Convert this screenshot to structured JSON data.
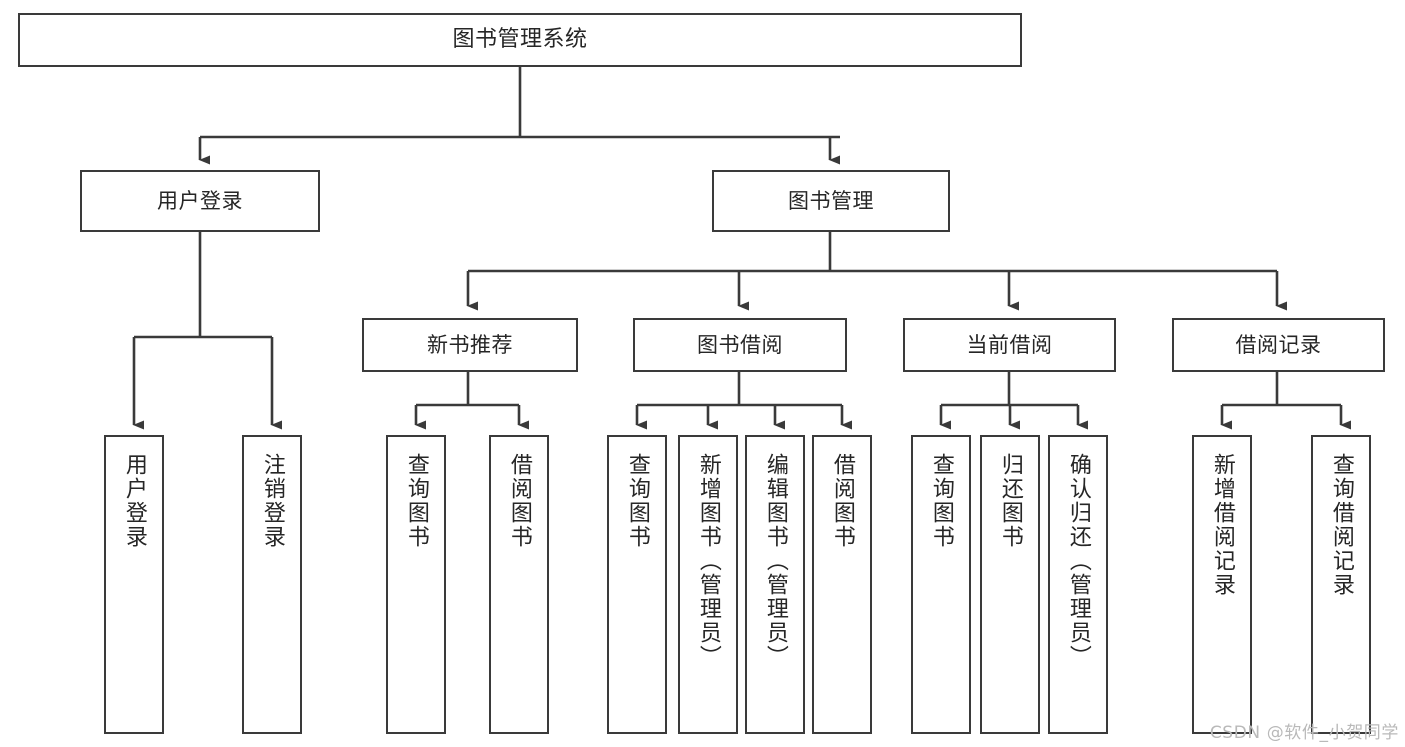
{
  "diagram": {
    "title": "图书管理系统",
    "type": "tree",
    "colors": {
      "box_border": "#3a3a3a",
      "box_fill": "#ffffff",
      "connector": "#3a3a3a",
      "text": "#262626",
      "watermark": "#b9b9b9"
    },
    "nodes": {
      "root": {
        "label": "图书管理系统"
      },
      "level2": [
        {
          "id": "user-login",
          "label": "用户登录"
        },
        {
          "id": "book-manage",
          "label": "图书管理"
        }
      ],
      "level3": [
        {
          "id": "new-book-recommend",
          "label": "新书推荐"
        },
        {
          "id": "book-borrow",
          "label": "图书借阅"
        },
        {
          "id": "current-borrow",
          "label": "当前借阅"
        },
        {
          "id": "borrow-record",
          "label": "借阅记录"
        }
      ],
      "leaves": {
        "user_login": [
          {
            "id": "leaf-user-login",
            "label": "用户登录"
          },
          {
            "id": "leaf-logout-login",
            "label": "注销登录"
          }
        ],
        "new_book_recommend": [
          {
            "id": "leaf-query-book-1",
            "label": "查询图书"
          },
          {
            "id": "leaf-borrow-book-1",
            "label": "借阅图书"
          }
        ],
        "book_borrow": [
          {
            "id": "leaf-query-book-2",
            "label": "查询图书"
          },
          {
            "id": "leaf-add-book",
            "label": "新增图书（管理员）"
          },
          {
            "id": "leaf-edit-book",
            "label": "编辑图书（管理员）"
          },
          {
            "id": "leaf-borrow-book-2",
            "label": "借阅图书"
          }
        ],
        "current_borrow": [
          {
            "id": "leaf-query-book-3",
            "label": "查询图书"
          },
          {
            "id": "leaf-return-book",
            "label": "归还图书"
          },
          {
            "id": "leaf-confirm-return",
            "label": "确认归还（管理员）"
          }
        ],
        "borrow_record": [
          {
            "id": "leaf-add-record",
            "label": "新增借阅记录"
          },
          {
            "id": "leaf-query-record",
            "label": "查询借阅记录"
          }
        ]
      }
    },
    "watermark": "CSDN @软件_小贺同学"
  }
}
